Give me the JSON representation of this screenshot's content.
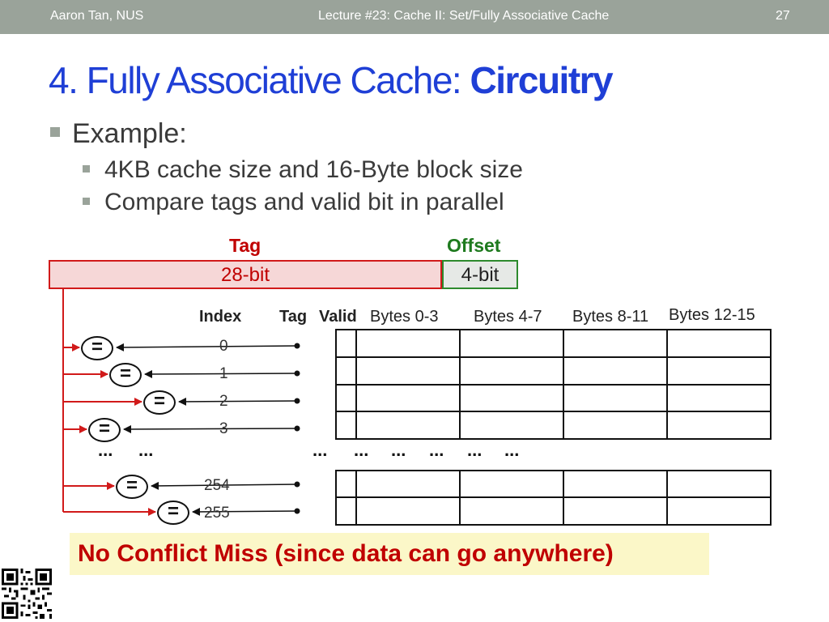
{
  "header": {
    "author": "Aaron Tan, NUS",
    "lecture": "Lecture #23: Cache II: Set/Fully Associative Cache",
    "page": "27"
  },
  "title": {
    "main": "4. Fully Associative Cache: ",
    "bold": "Circuitry"
  },
  "bullets": {
    "level1": "Example:",
    "level2": [
      "4KB cache size and 16-Byte block size",
      "Compare tags and valid bit in parallel"
    ]
  },
  "address": {
    "tag_label": "Tag",
    "tag_bits": "28-bit",
    "offset_label": "Offset",
    "offset_bits": "4-bit"
  },
  "columns": [
    "Index",
    "Tag",
    "Valid",
    "Bytes 0-3",
    "Bytes 4-7",
    "Bytes 8-11",
    "Bytes 12-15"
  ],
  "indices": [
    "0",
    "1",
    "2",
    "3",
    "254",
    "255"
  ],
  "comparator_symbol": "=",
  "ellipsis": {
    "dotted": "...",
    "row": "..."
  },
  "banner": "No Conflict Miss (since data can go anywhere)",
  "colors": {
    "header_bg": "#9aa39a",
    "title_blue": "#1f3fd6",
    "red": "#c00000",
    "green": "#2d8a2d"
  }
}
